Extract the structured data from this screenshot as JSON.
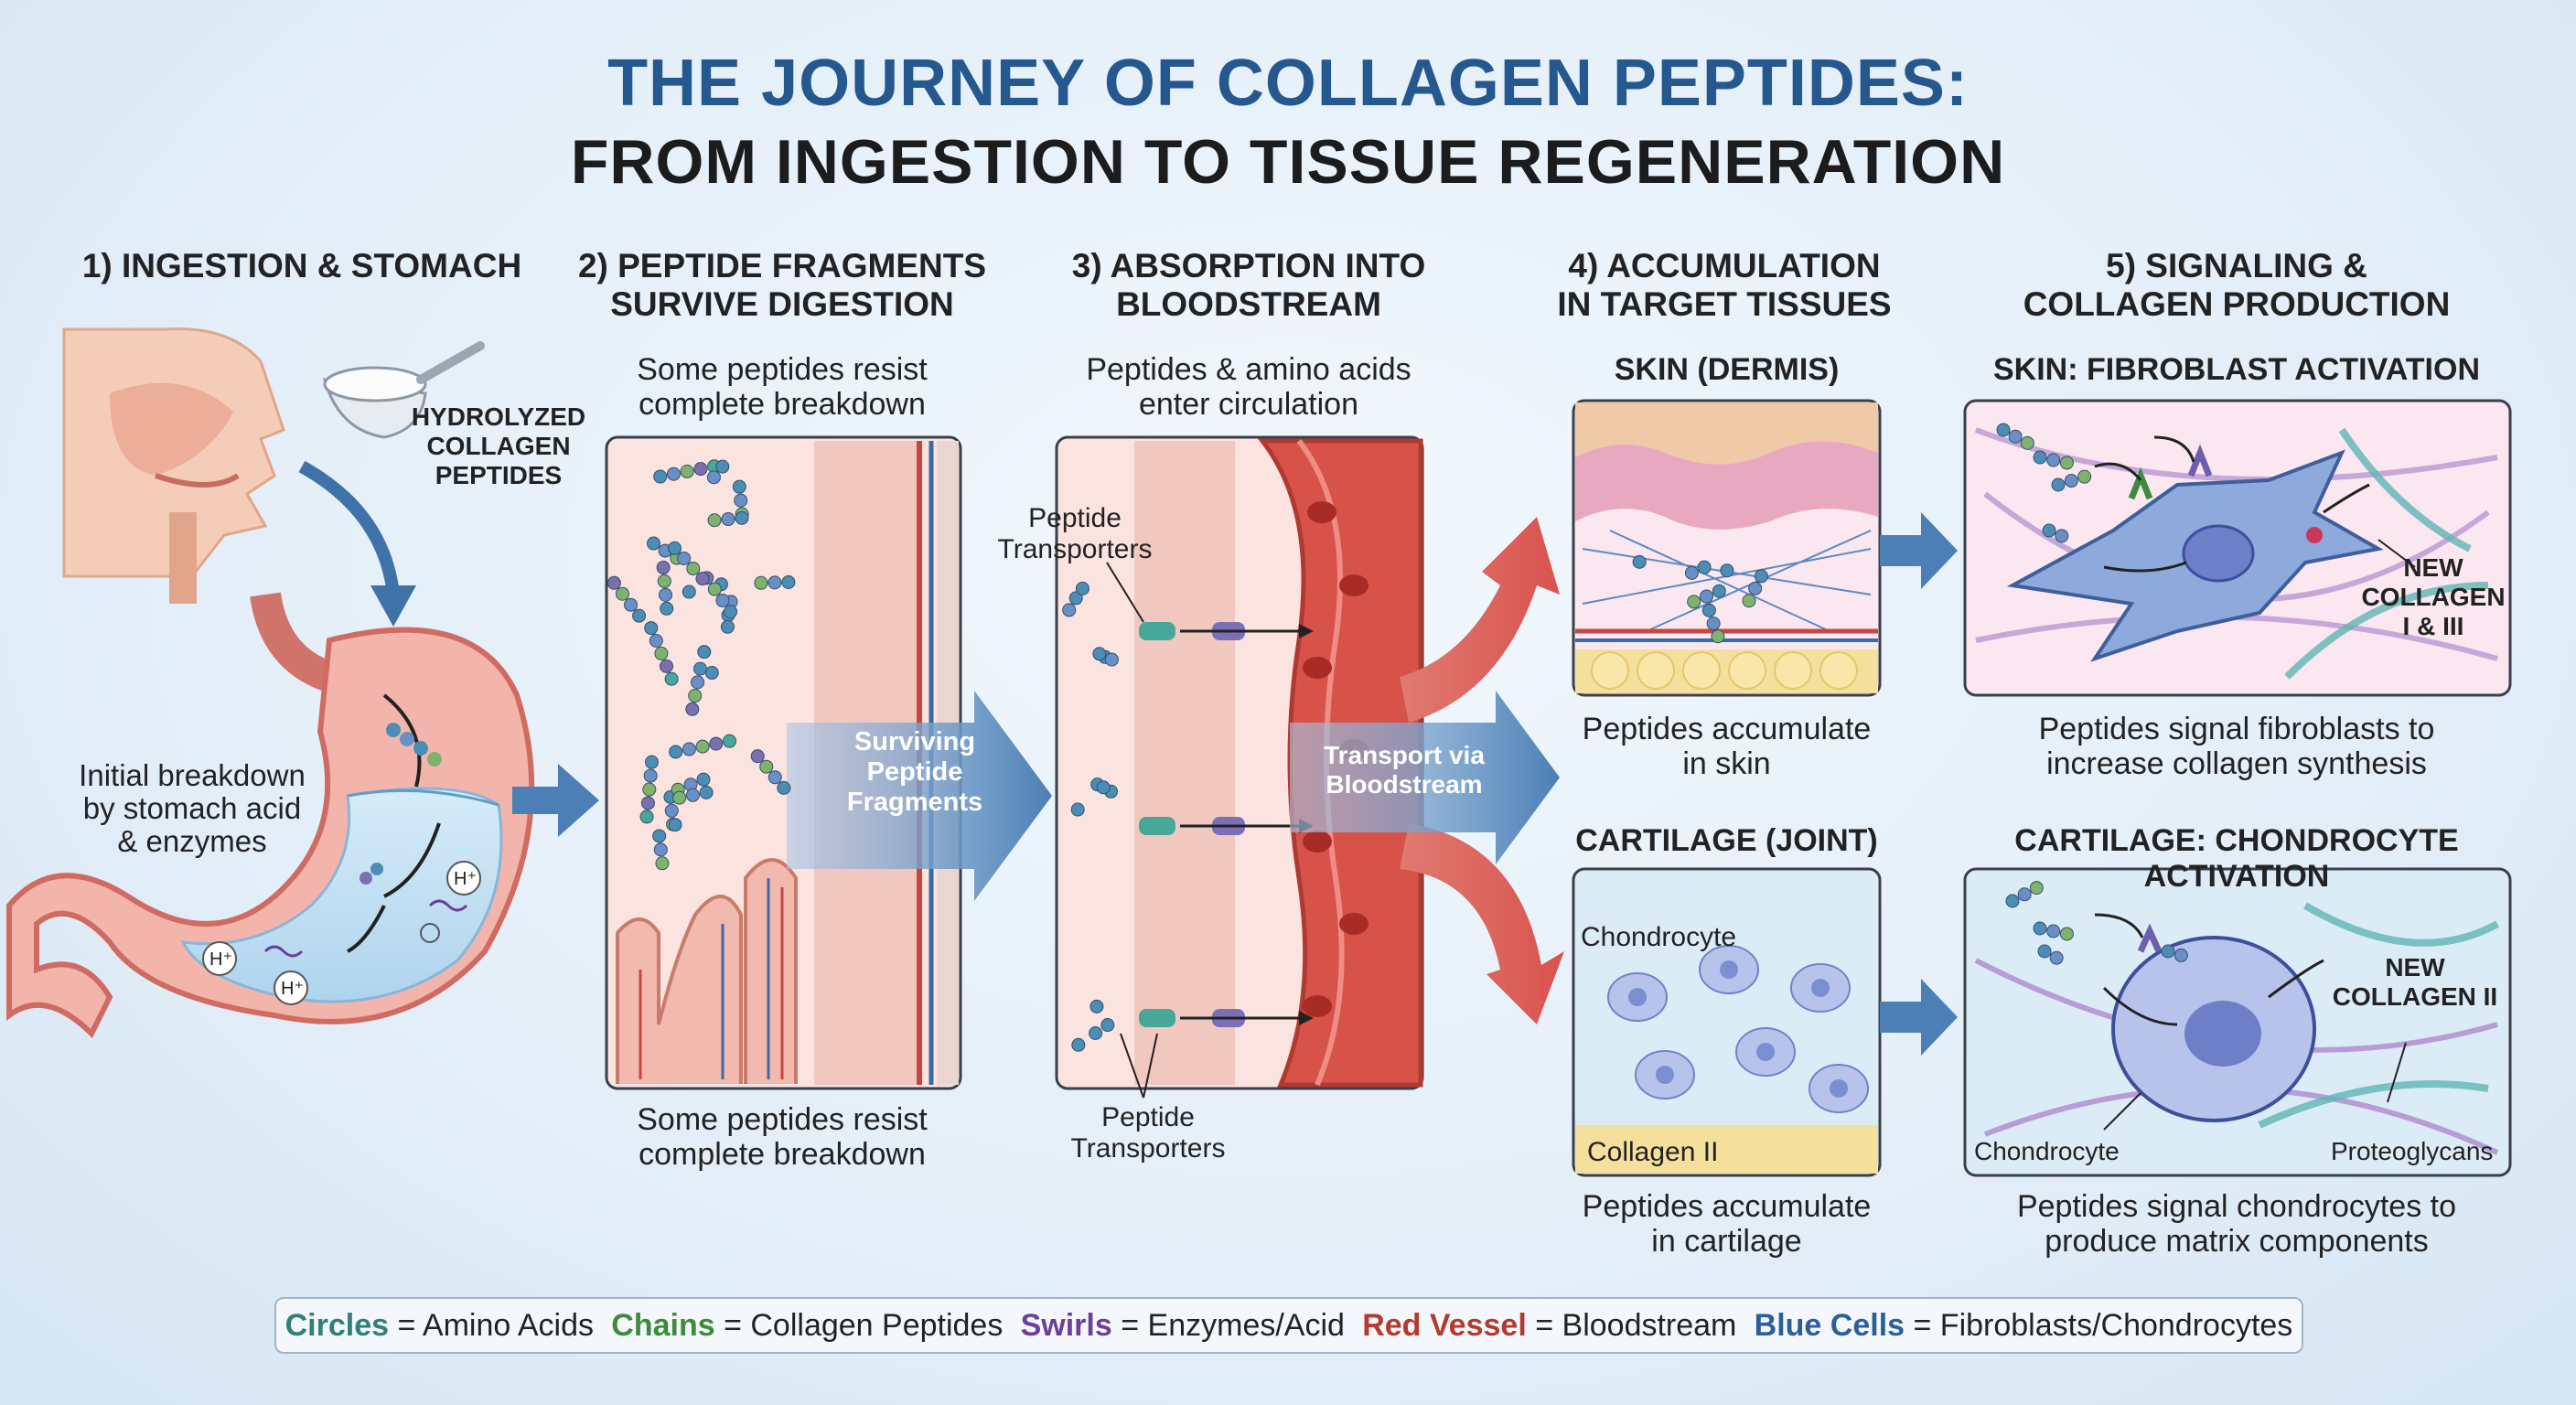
{
  "title": {
    "line1": "THE JOURNEY OF COLLAGEN PEPTIDES:",
    "line2": "FROM INGESTION TO TISSUE REGENERATION"
  },
  "steps": [
    {
      "heading": "1) INGESTION & STOMACH"
    },
    {
      "heading": "2) PEPTIDE FRAGMENTS\nSURVIVE DIGESTION",
      "sub_top": "Some peptides resist\ncomplete breakdown",
      "sub_bottom": "Some peptides resist\ncomplete breakdown"
    },
    {
      "heading": "3) ABSORPTION INTO\nBLOODSTREAM",
      "sub_top": "Peptides & amino acids\nenter circulation"
    },
    {
      "heading": "4) ACCUMULATION\nIN TARGET TISSUES"
    },
    {
      "heading": "5) SIGNALING &\nCOLLAGEN PRODUCTION"
    }
  ],
  "stage1": {
    "powder_label": "HYDROLYZED\nCOLLAGEN\nPEPTIDES",
    "stomach_label": "Initial breakdown\nby stomach acid\n& enzymes",
    "ion": "H⁺"
  },
  "stage2": {
    "arrow_label": "Surviving\nPeptide\nFragments"
  },
  "stage3": {
    "transporters_top": "Peptide\nTransporters",
    "transporters_bottom": "Peptide\nTransporters",
    "arrow_label": "Transport via\nBloodstream"
  },
  "stage4": {
    "skin_head": "SKIN (DERMIS)",
    "skin_caption": "Peptides accumulate\nin skin",
    "cart_head": "CARTILAGE (JOINT)",
    "cart_chondrocyte": "Chondrocyte",
    "cart_collagen": "Collagen II",
    "cart_caption": "Peptides accumulate\nin cartilage"
  },
  "stage5": {
    "skin_head": "SKIN: FIBROBLAST ACTIVATION",
    "skin_new": "NEW\nCOLLAGEN\nI & III",
    "skin_caption": "Peptides signal fibroblasts to\nincrease collagen synthesis",
    "cart_head": "CARTILAGE: CHONDROCYTE ACTIVATION",
    "cart_new": "NEW\nCOLLAGEN II",
    "cart_chondrocyte": "Chondrocyte",
    "cart_proteoglycans": "Proteoglycans",
    "cart_caption": "Peptides signal chondrocytes to\nproduce matrix components"
  },
  "legend": [
    {
      "key": "Circles",
      "value": " = Amino Acids",
      "color": "#2f7f7a"
    },
    {
      "key": "Chains",
      "value": " = Collagen Peptides",
      "color": "#3d8b3d"
    },
    {
      "key": "Swirls",
      "value": " = Enzymes/Acid",
      "color": "#6b3f9a"
    },
    {
      "key": "Red Vessel",
      "value": " = Bloodstream",
      "color": "#b33a2e"
    },
    {
      "key": "Blue Cells",
      "value": " = Fibroblasts/Chondrocytes",
      "color": "#2b5f9c"
    }
  ],
  "colors": {
    "title_blue": "#24588f",
    "arrow_blue": "#4b7fb5",
    "blood_red": "#d9534f",
    "tissue_pink": "#f6d7d2",
    "cell_blue": "#8ea9dc"
  }
}
